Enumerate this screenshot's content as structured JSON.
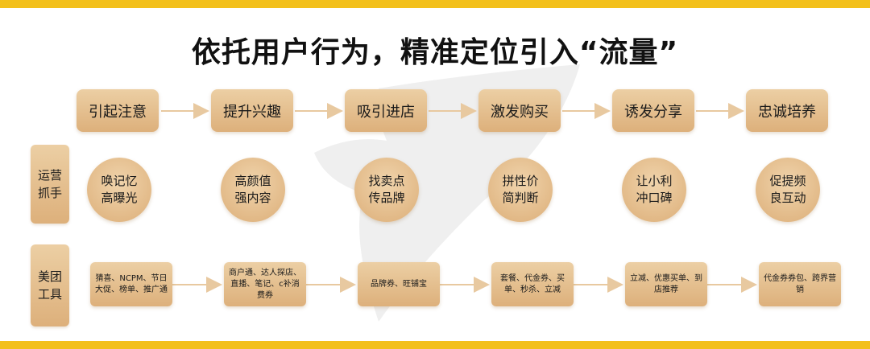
{
  "title": "依托用户行为，精准定位引入“流量”",
  "stages": [
    "引起注意",
    "提升兴趣",
    "吸引进店",
    "激发购买",
    "诱发分享",
    "忠诚培养"
  ],
  "rows": {
    "ops_label": "运营\n抓手",
    "tools_label": "美团\n工具"
  },
  "ops": [
    "唤记忆\n高曝光",
    "高颜值\n强内容",
    "找卖点\n传品牌",
    "拼性价\n简判断",
    "让小利\n冲口碑",
    "促提频\n良互动"
  ],
  "tools": [
    "猜喜、NCPM、节日大促、榜单、推广通",
    "商户通、达人探店、直播、笔记、c补消费券",
    "品牌券、旺铺宝",
    "套餐、代金券、买单、秒杀、立减",
    "立减、优惠买单、到店推荐",
    "代金券券包、跨界营销"
  ],
  "colors": {
    "accent_bar": "#f3c01b",
    "box_light": "#eccfa4",
    "box_dark": "#ddb07b",
    "arrow": "#e8c9a0"
  }
}
